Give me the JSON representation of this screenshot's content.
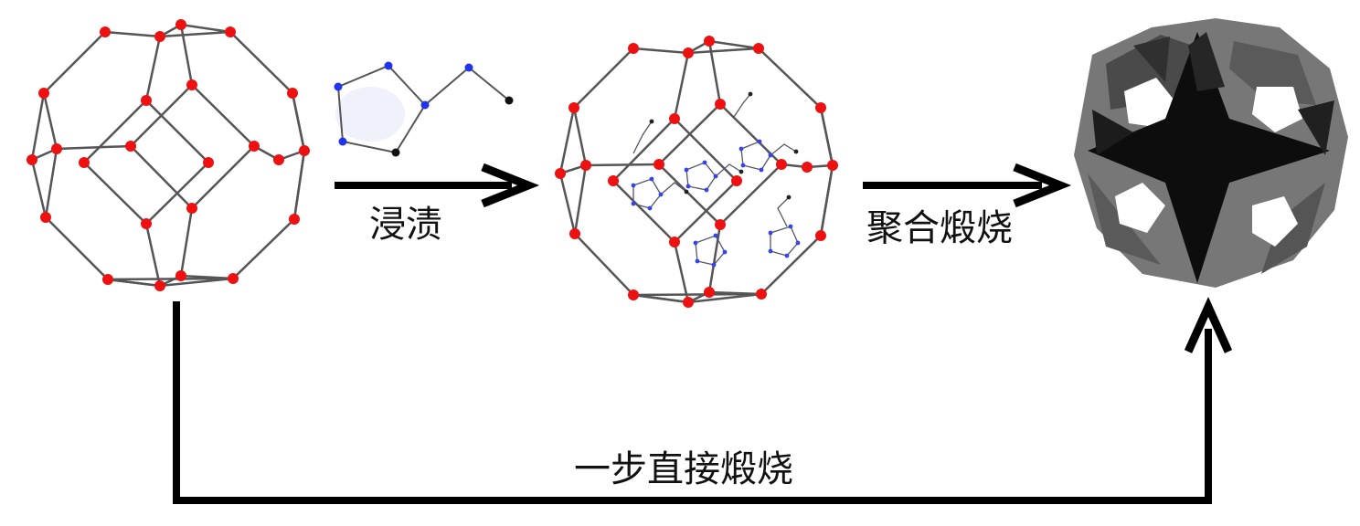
{
  "steps": {
    "impregnation": "浸渍",
    "polymerize_calcine": "聚合煅烧",
    "direct_calcine": "一步直接煅烧"
  },
  "colors": {
    "framework_atom": "#ee1111",
    "framework_bond": "#555555",
    "monomer_ring_atom": "#2233ee",
    "monomer_tail_atom": "#111111",
    "arrow": "#000000",
    "product_dark": "#111111",
    "product_gray": "#777777"
  }
}
